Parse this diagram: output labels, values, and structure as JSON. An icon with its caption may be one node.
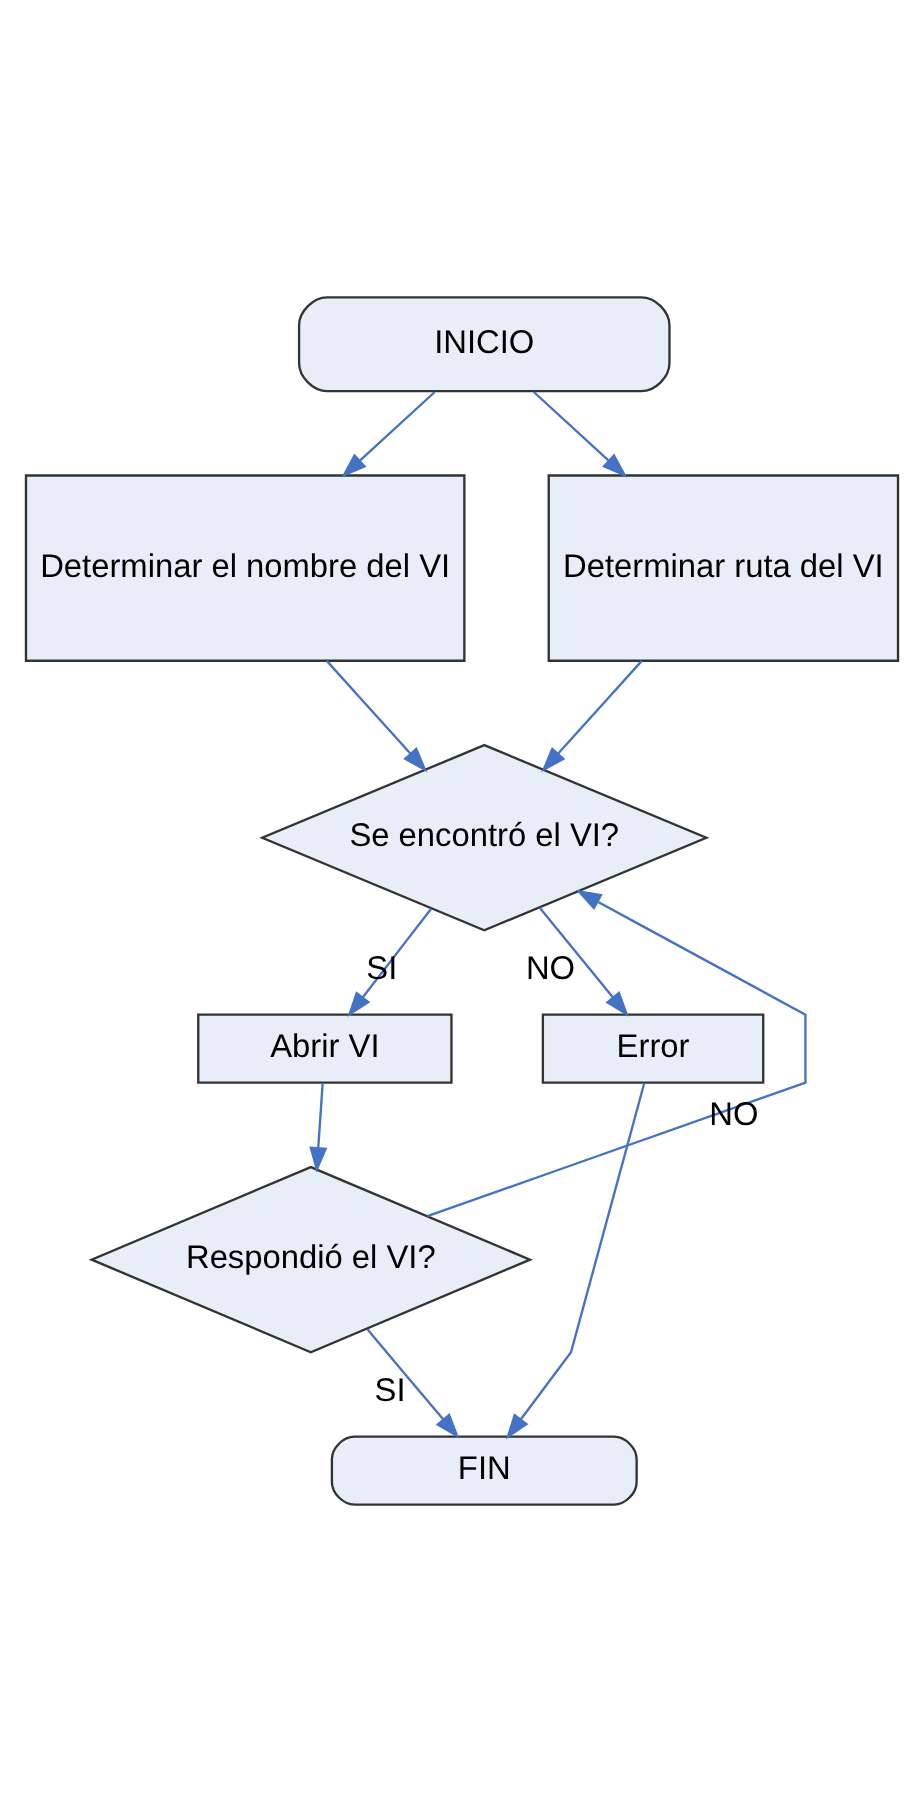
{
  "diagram": {
    "nodes": [
      {
        "text": [
          "INICIO"
        ]
      },
      {
        "text": [
          "Determinar el nombre del VI"
        ]
      },
      {
        "text": [
          "Determinar ruta del VI"
        ]
      },
      {
        "text": [
          "Se encontró el VI?"
        ]
      },
      {
        "text": [
          "Abrir VI"
        ]
      },
      {
        "text": [
          "Error"
        ]
      },
      {
        "text": [
          "Respondió el VI?"
        ]
      },
      {
        "text": [
          "FIN"
        ]
      }
    ],
    "edges": [
      {
        "from": 0,
        "to": 1,
        "arrow": "to"
      },
      {
        "from": 0,
        "to": 2,
        "arrow": "to"
      },
      {
        "from": 1,
        "to": 3,
        "arrow": "to"
      },
      {
        "from": 2,
        "to": 3,
        "arrow": "to"
      },
      {
        "from": 3,
        "to": 5,
        "arrow": "to",
        "label": "NO"
      },
      {
        "from": 3,
        "to": 4,
        "arrow": "to",
        "label": "SI"
      },
      {
        "from": 4,
        "to": 6,
        "arrow": "to"
      },
      {
        "from": 6,
        "to": 3,
        "arrow": "to",
        "label": "NO"
      },
      {
        "from": 6,
        "to": 7,
        "arrow": "to",
        "label": "SI"
      },
      {
        "from": 5,
        "to": 7,
        "arrow": "to"
      }
    ]
  }
}
